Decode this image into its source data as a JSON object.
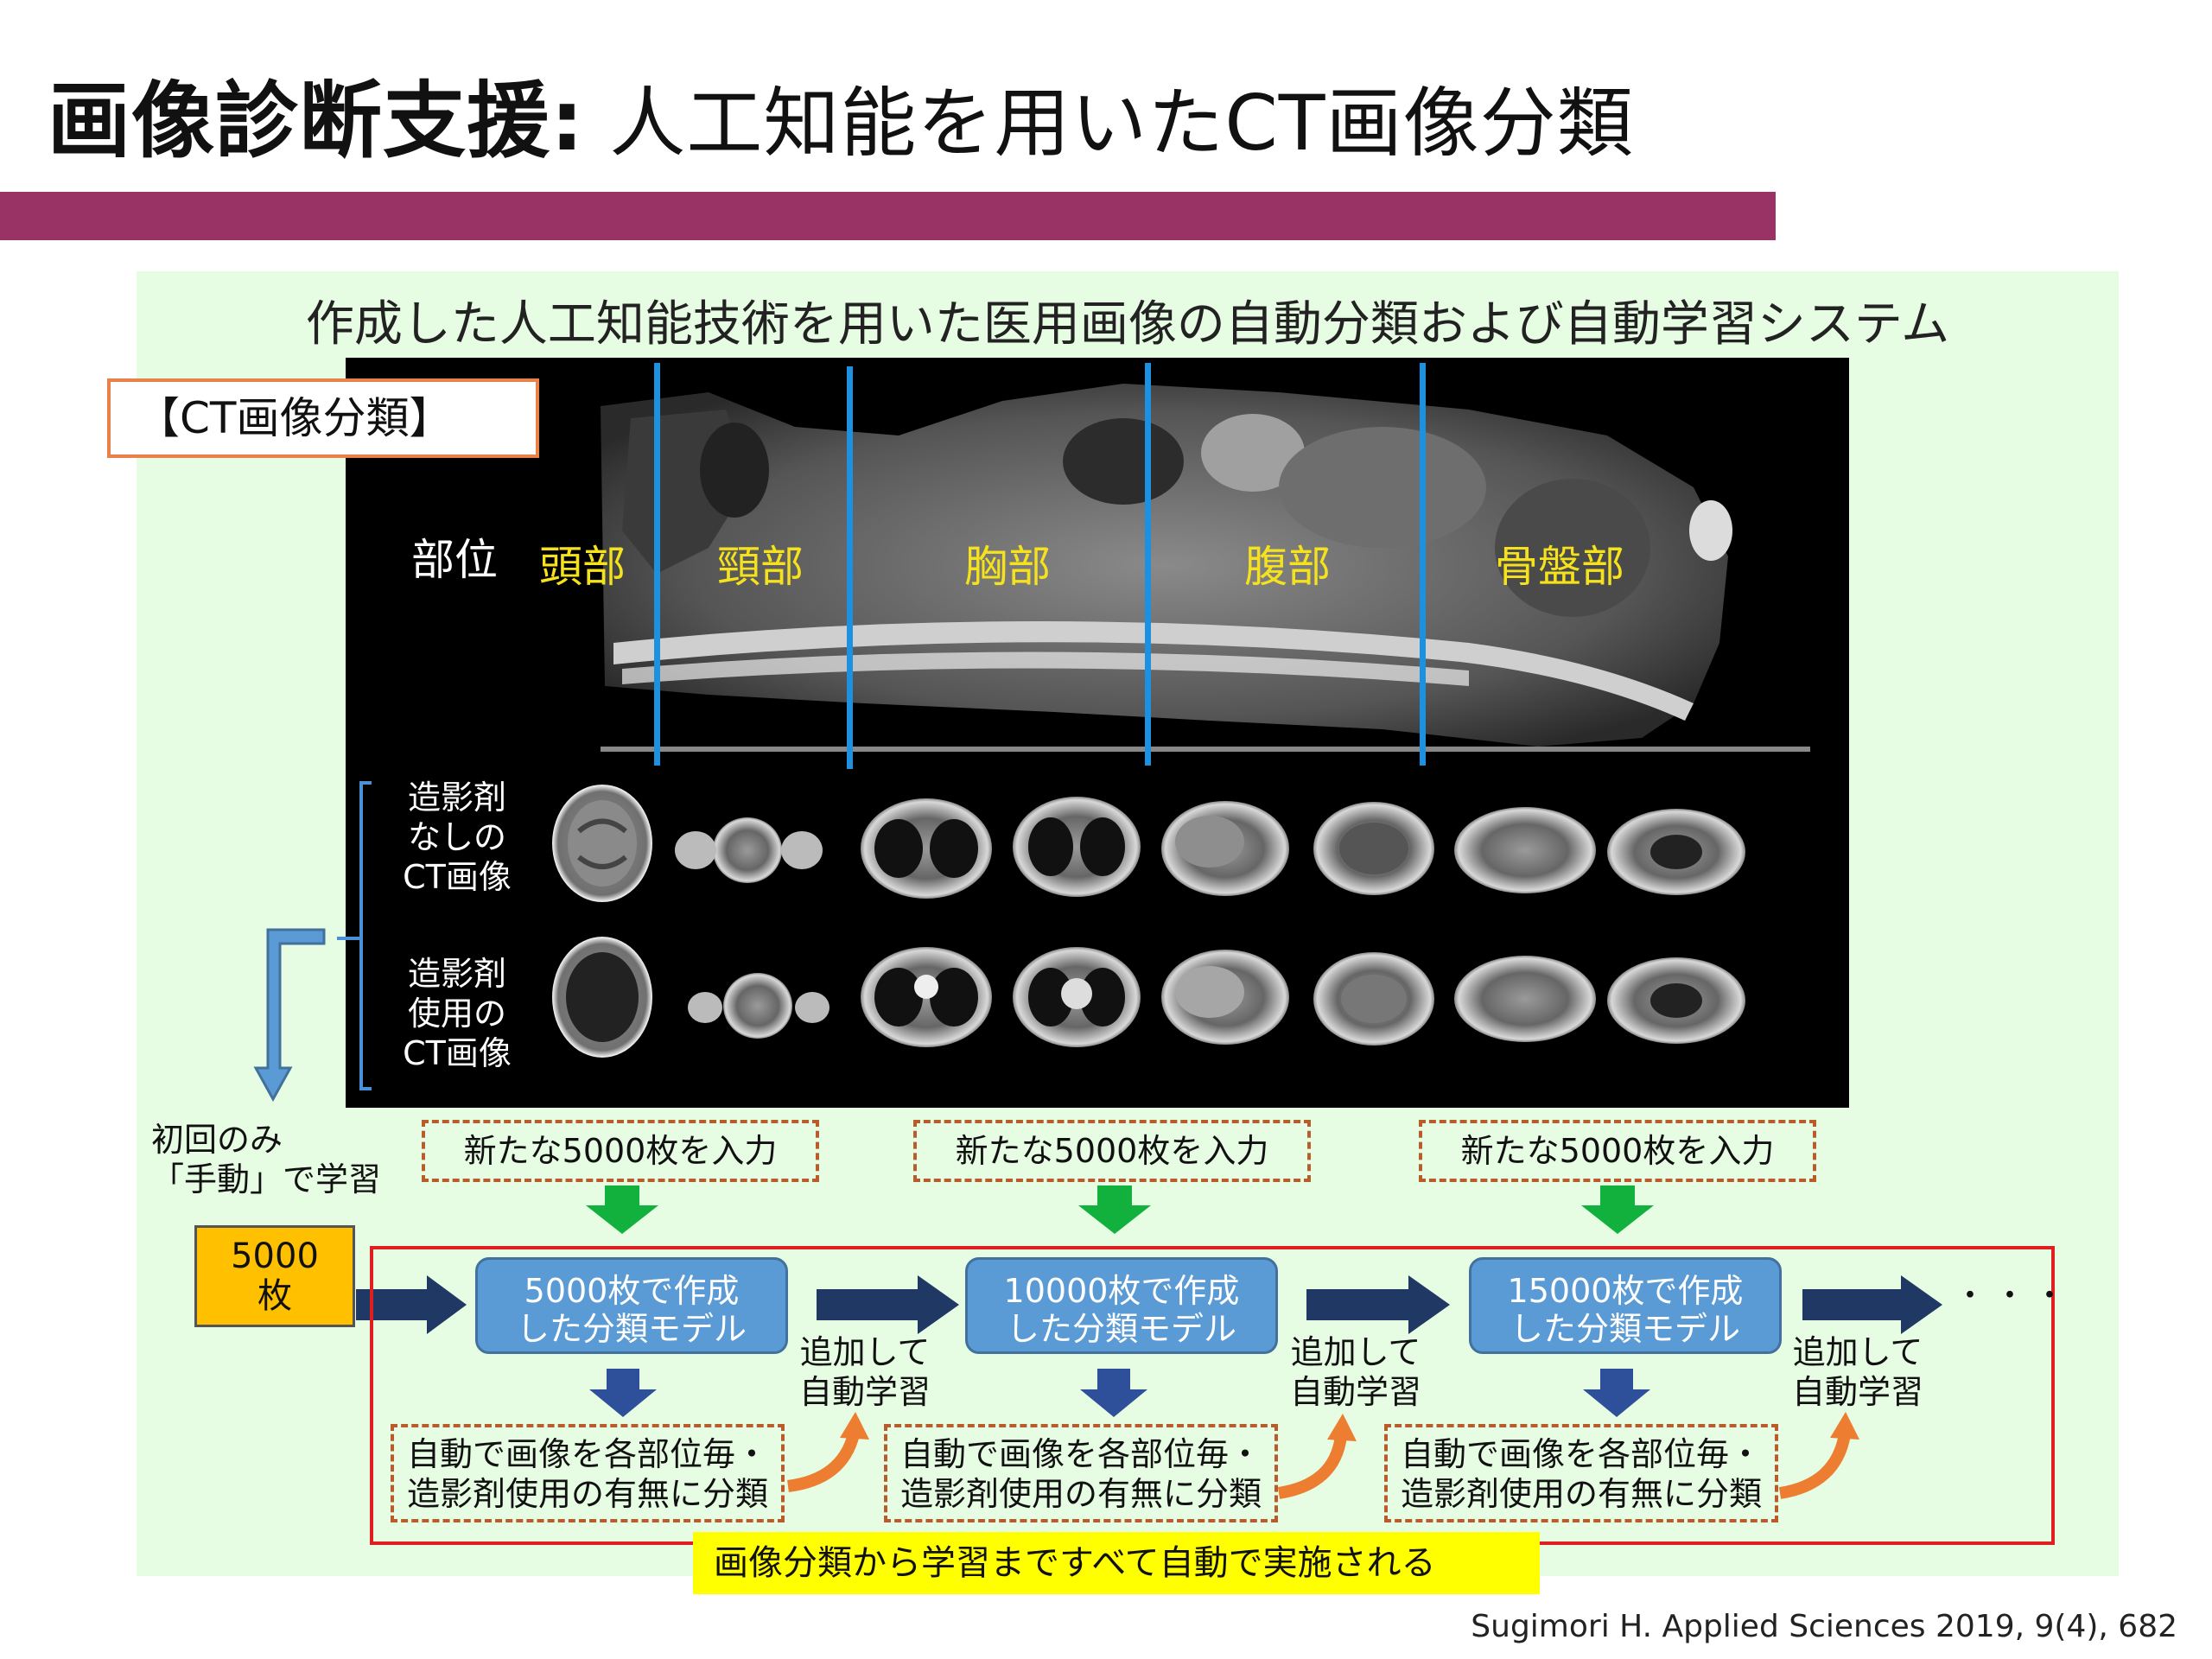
{
  "title": {
    "part1": "画像診断支援:",
    "part2": " 人工知能を用いたCT画像分類"
  },
  "subtitle": "作成した人工知能技術を用いた医用画像の自動分類および自動学習システム",
  "ct_tag": "【CT画像分類】",
  "ct_panel": {
    "region_header": "部位",
    "regions": [
      "頭部",
      "頸部",
      "胸部",
      "腹部",
      "骨盤部"
    ],
    "row_without_contrast": "造影剤\nなしの\nCT画像",
    "row_with_contrast": "造影剤\n使用の\nCT画像"
  },
  "initial_learning": "初回のみ\n「手動」で学習",
  "inputs": [
    "新たな5000枚を入力",
    "新たな5000枚を入力",
    "新たな5000枚を入力"
  ],
  "start_box": "5000\n枚",
  "models": [
    "5000枚で作成\nした分類モデル",
    "10000枚で作成\nした分類モデル",
    "15000枚で作成\nした分類モデル"
  ],
  "auto_learn": [
    "追加して\n自動学習",
    "追加して\n自動学習",
    "追加して\n自動学習"
  ],
  "classify": [
    "自動で画像を各部位毎・\n造影剤使用の有無に分類",
    "自動で画像を各部位毎・\n造影剤使用の有無に分類",
    "自動で画像を各部位毎・\n造影剤使用の有無に分類"
  ],
  "ellipsis": "・・・",
  "summary": "画像分類から学習まですべて自動で実施される",
  "citation": "Sugimori H. Applied Sciences 2019, 9(4), 682",
  "colors": {
    "band": "#993366",
    "panel_bg": "#e6fce3",
    "region_text": "#f5e21c",
    "divider": "#1e90e0",
    "model_box": "#5b9bd5",
    "navy_arrow": "#1f3864",
    "green_arrow": "#12b03c",
    "orange_arrow": "#ed7d31",
    "red_box": "#e02020",
    "start_box": "#ffc000",
    "summary_bg": "#ffff00"
  }
}
